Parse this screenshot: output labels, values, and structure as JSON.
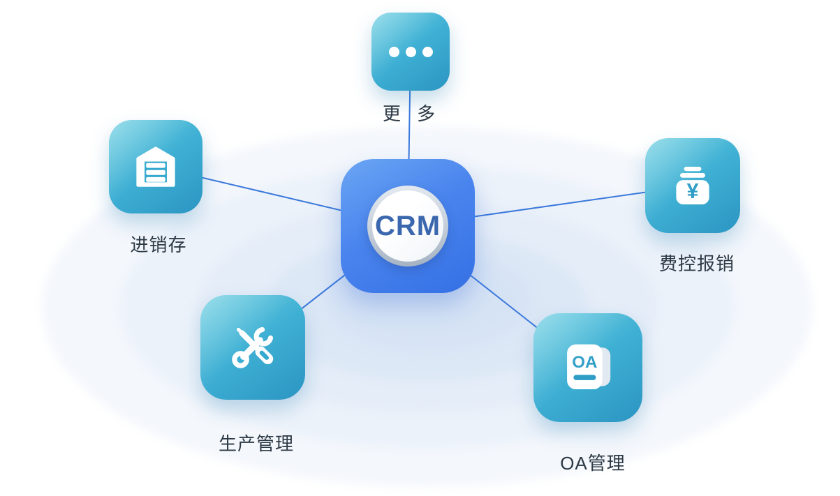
{
  "diagram": {
    "center_node": {
      "id": "crm",
      "label": "CRM"
    },
    "satellites": [
      {
        "id": "more",
        "label": "更 多",
        "label_parts": [
          "更",
          "多"
        ],
        "icon": "ellipsis-icon"
      },
      {
        "id": "inventory",
        "label": "进销存",
        "icon": "warehouse-icon"
      },
      {
        "id": "expense",
        "label": "费控报销",
        "icon": "yen-money-icon",
        "icon_symbol": "¥"
      },
      {
        "id": "production",
        "label": "生产管理",
        "icon": "tools-icon"
      },
      {
        "id": "oa",
        "label": "OA管理",
        "icon": "oa-document-icon",
        "icon_symbol": "OA"
      }
    ],
    "connections": [
      [
        "crm",
        "more"
      ],
      [
        "crm",
        "inventory"
      ],
      [
        "crm",
        "expense"
      ],
      [
        "crm",
        "production"
      ],
      [
        "crm",
        "oa"
      ]
    ],
    "colors": {
      "connector": "#3b79dc",
      "center_gradient_start": "#6ba6f4",
      "center_gradient_end": "#3570e5",
      "satellite_gradient_start": "#6fd0e2",
      "satellite_gradient_end": "#2b95c2",
      "crm_text": "#3a67ad",
      "label_text": "#2c3945",
      "icon_accent": "#2f9ec7"
    }
  }
}
